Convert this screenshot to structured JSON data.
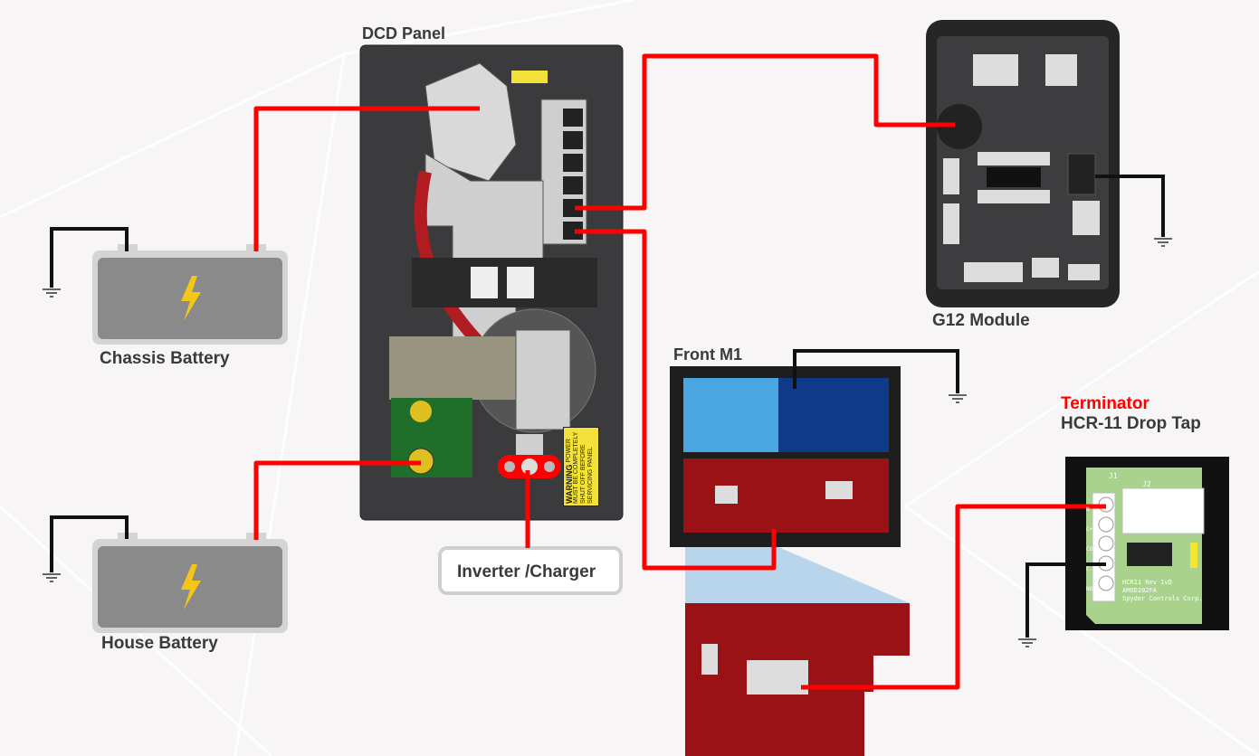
{
  "labels": {
    "dcd_panel": "DCD Panel",
    "chassis_battery": "Chassis Battery",
    "house_battery": "House Battery",
    "inverter_charger": "Inverter /Charger",
    "g12_module": "G12  Module",
    "front_m1": "Front M1",
    "terminator": "Terminator",
    "drop_tap": "HCR-11 Drop Tap"
  },
  "warning_label": {
    "title": "WARNING",
    "text": "POWER MUST BE COMPLETELY SHUT OFF BEFORE SERVICING PANEL"
  },
  "hcr_board": {
    "j1": "J1",
    "j2": "J2",
    "silk": [
      "HCR11 Rev 1vD",
      "AMOD202FA",
      "Spyder Controls Corp."
    ],
    "pins": [
      "N",
      "C+",
      "COM",
      "C-",
      "NO"
    ]
  },
  "colors": {
    "wire_power": "#ff0000",
    "wire_ground": "#111111",
    "terminator_text": "#ff0000"
  }
}
